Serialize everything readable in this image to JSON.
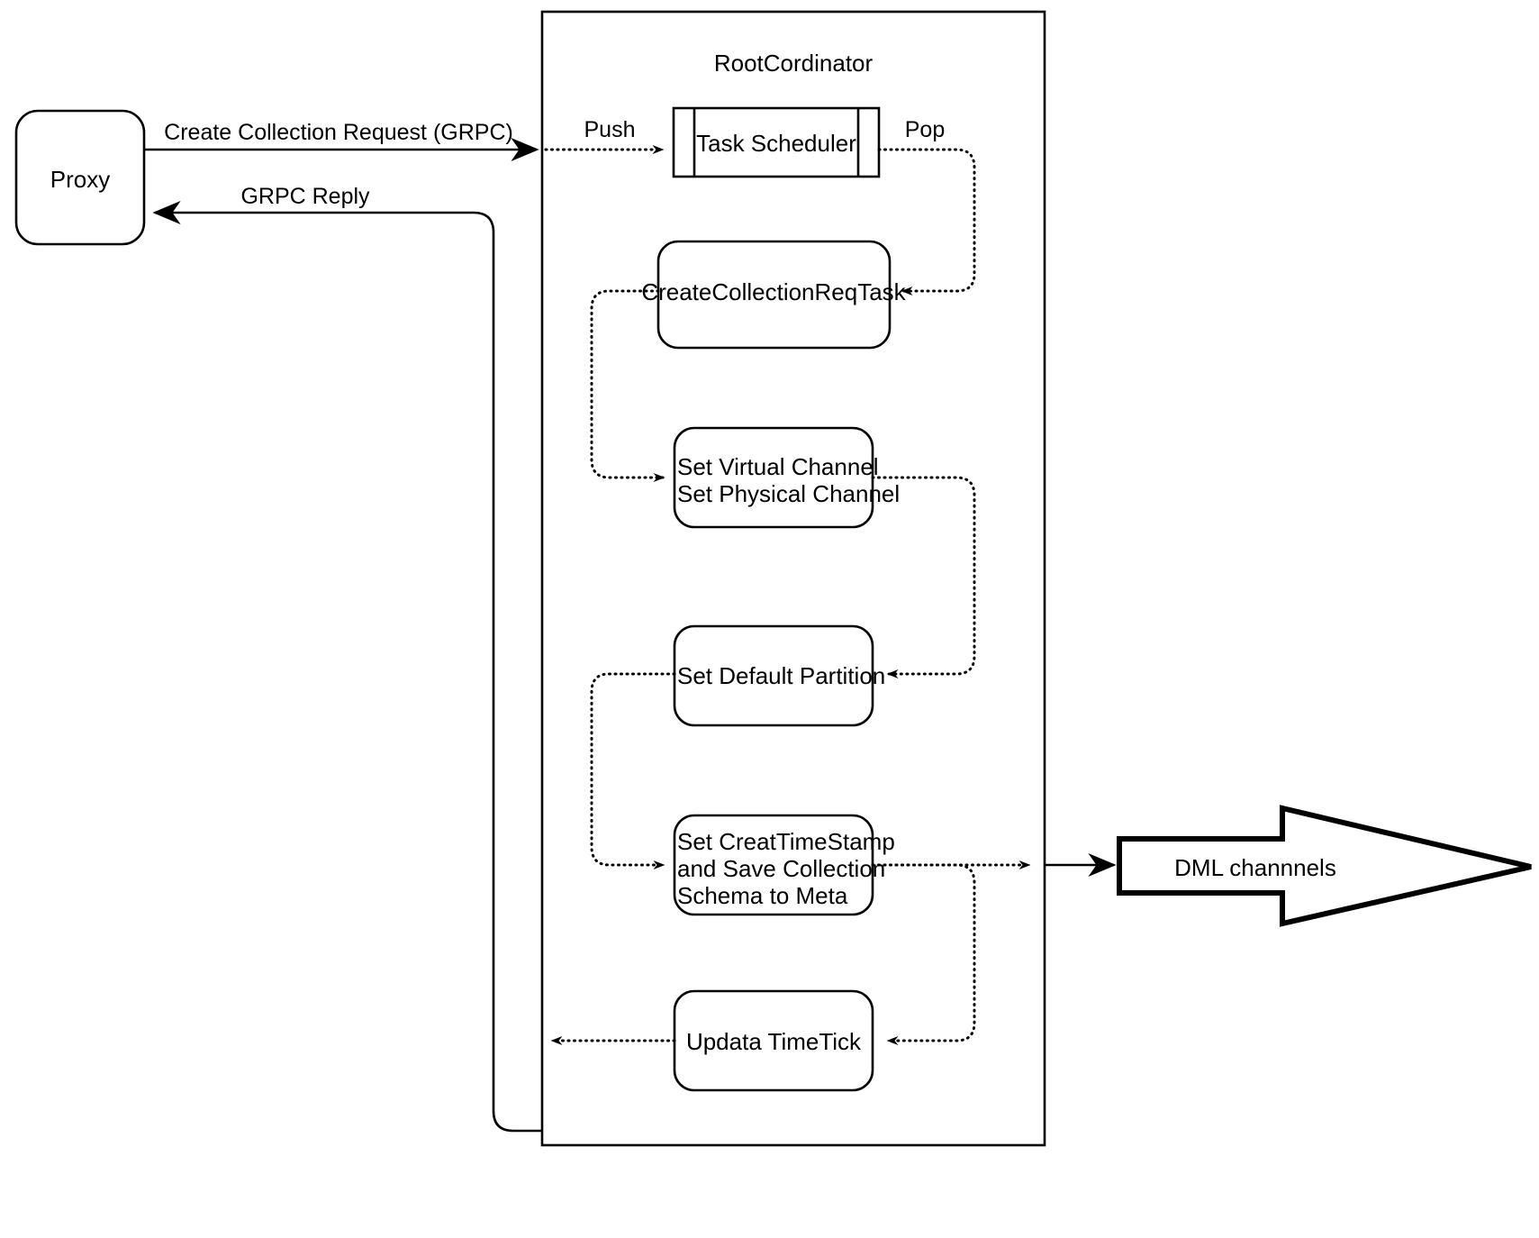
{
  "diagram": {
    "title_note": "RootCordinator create-collection request flow",
    "container": {
      "label": "RootCordinator"
    },
    "nodes": {
      "proxy": {
        "label": "Proxy"
      },
      "task_scheduler": {
        "label": "Task Scheduler"
      },
      "create_collection_req_task": {
        "label": "CreateCollectionReqTask"
      },
      "set_channels": {
        "line1": "Set Virtual Channel",
        "line2": "Set Physical Channel"
      },
      "set_default_partition": {
        "label": "Set Default Partition"
      },
      "set_create_timestamp": {
        "line1": "Set CreatTimeStamp",
        "line2": "and Save Collection",
        "line3": "Schema to Meta"
      },
      "update_timetick": {
        "label": "Updata TimeTick"
      },
      "dml_channels": {
        "label": "DML channnels"
      }
    },
    "edge_labels": {
      "create_collection_request": "Create Collection Request (GRPC)",
      "grpc_reply": "GRPC Reply",
      "push": "Push",
      "pop": "Pop"
    },
    "colors": {
      "stroke": "#000000",
      "fill": "#ffffff",
      "background": "#ffffff"
    }
  }
}
